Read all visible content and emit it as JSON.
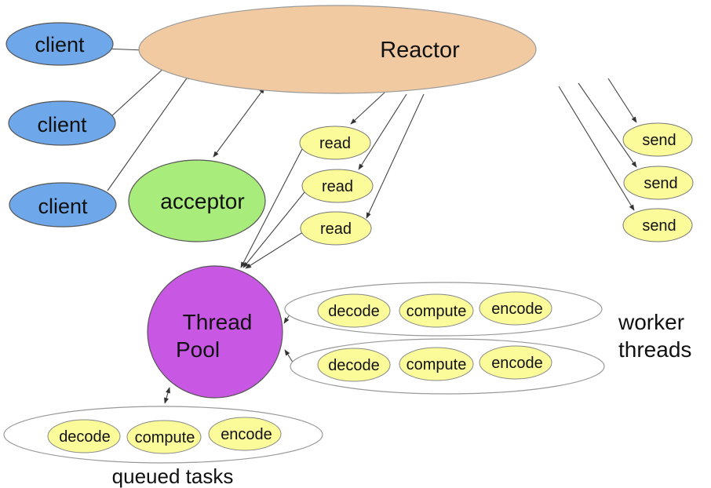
{
  "reactor": {
    "label": "Reactor",
    "color": "#f1caa2"
  },
  "clients": [
    "client",
    "client",
    "client"
  ],
  "client_color": "#6fa8ea",
  "acceptor": {
    "label": "acceptor",
    "color": "#a8ec7b"
  },
  "reads": [
    "read",
    "read",
    "read"
  ],
  "sends": [
    "send",
    "send",
    "send"
  ],
  "task_color": "#fbfb9a",
  "thread_pool": {
    "label_line1": "Thread",
    "label_line2": "Pool",
    "color": "#c857e4"
  },
  "worker_rows": [
    {
      "tasks": [
        "decode",
        "compute",
        "encode"
      ]
    },
    {
      "tasks": [
        "decode",
        "compute",
        "encode"
      ]
    }
  ],
  "worker_label_line1": "worker",
  "worker_label_line2": "threads",
  "queued": {
    "tasks": [
      "decode",
      "compute",
      "encode"
    ],
    "label": "queued tasks"
  }
}
